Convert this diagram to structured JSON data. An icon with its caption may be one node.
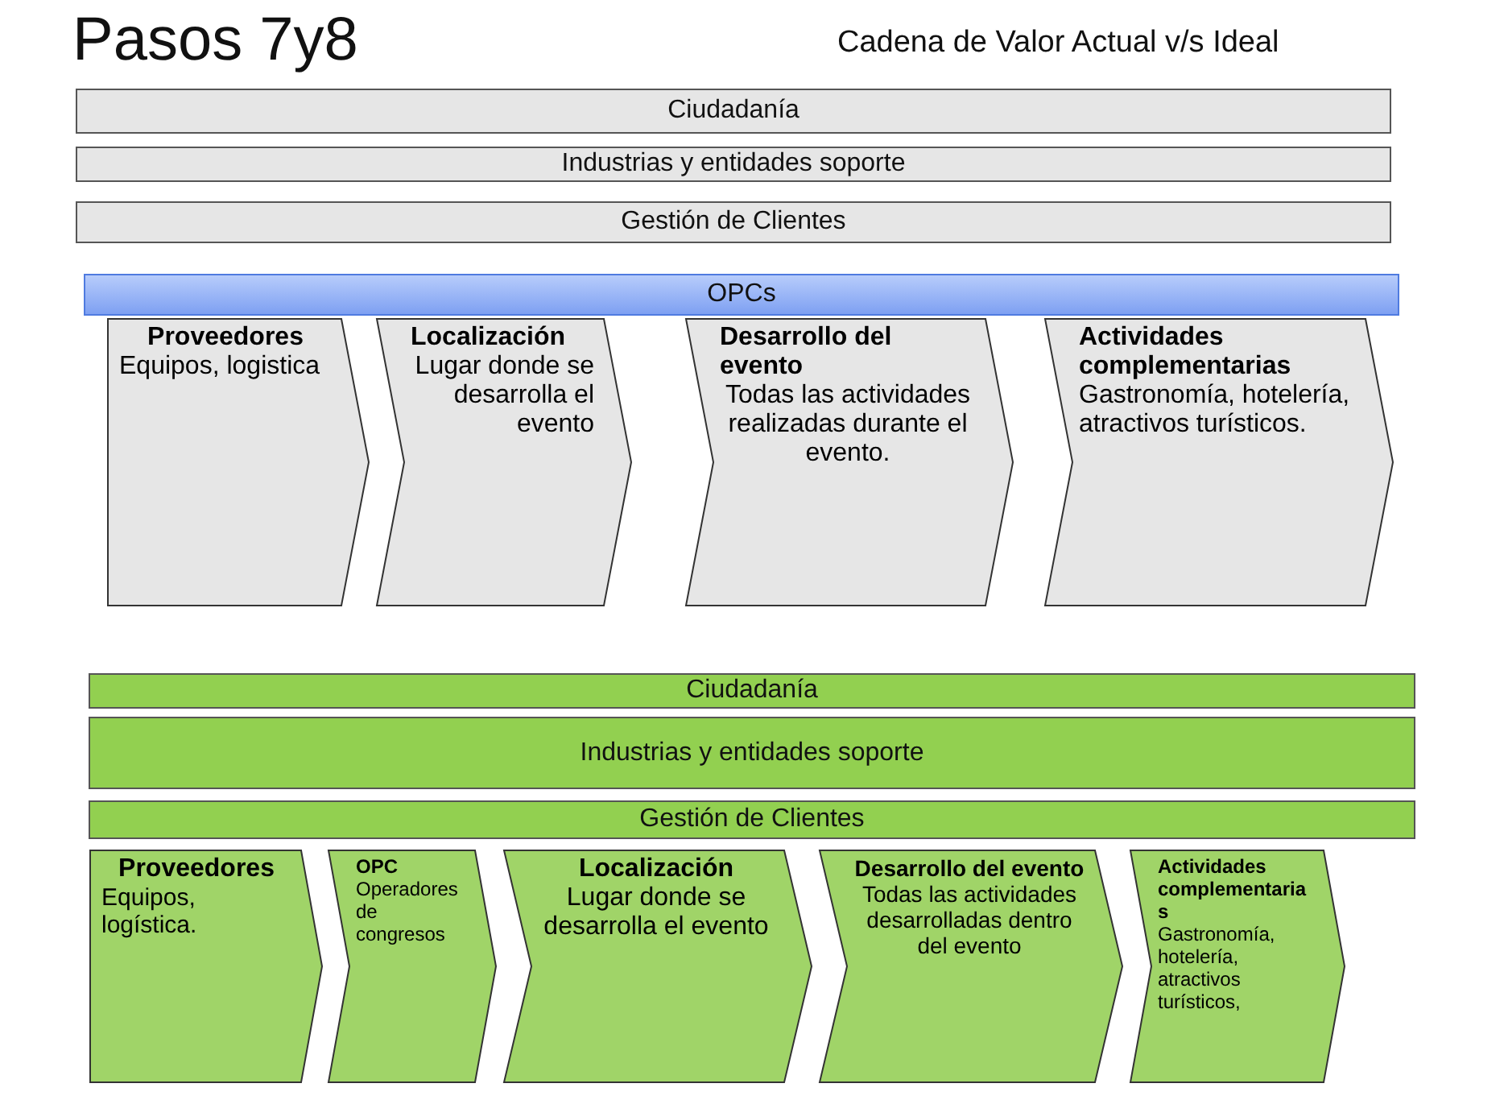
{
  "diagram": {
    "title": "Pasos 7y8",
    "nodes": [
      {
        "text": [
          "Ciudadanía"
        ]
      },
      {
        "text": [
          "Industrias y entidades soporte"
        ]
      },
      {
        "text": [
          "Gestión de Clientes"
        ]
      },
      {
        "text": [
          "OPCs"
        ]
      },
      {
        "text": [
          "Proveedores",
          "Equipos, logistica"
        ]
      },
      {
        "text": [
          "Localización",
          "Lugar donde se desarrolla el evento"
        ]
      },
      {
        "text": [
          "Desarrollo del evento",
          "Todas las actividades realizadas durante el evento."
        ]
      },
      {
        "text": [
          "Actividades complementarias",
          "Gastronomía, hotelería, atractivos turísticos."
        ]
      },
      {
        "text": [
          "Ciudadanía"
        ]
      },
      {
        "text": [
          "Industrias y entidades soporte"
        ]
      },
      {
        "text": [
          "Gestión de Clientes"
        ]
      },
      {
        "text": [
          "Proveedores",
          "Equipos, logística."
        ]
      },
      {
        "text": [
          "OPC",
          "Operadores de congresos"
        ]
      },
      {
        "text": [
          "Localización",
          "Lugar donde se desarrolla el evento"
        ]
      },
      {
        "text": [
          "Desarrollo del evento",
          "Todas las actividades desarrolladas dentro del evento"
        ]
      },
      {
        "text": [
          "Actividades complementarias",
          "Gastronomía, hotelería, atractivos turísticos,"
        ]
      }
    ],
    "edges": [],
    "labels": [
      "Cadena de Valor Actual v/s Ideal"
    ]
  }
}
